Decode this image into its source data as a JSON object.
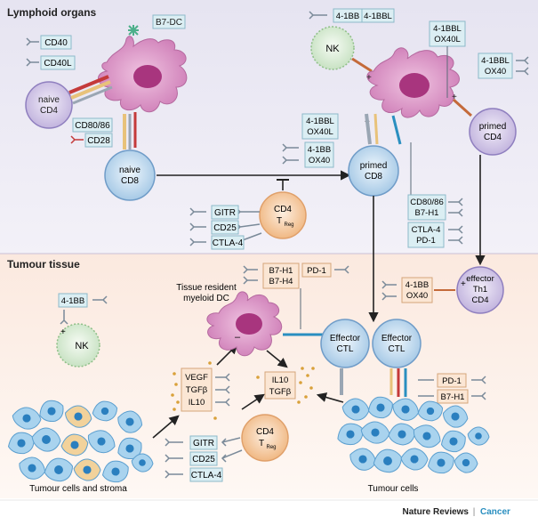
{
  "sections": {
    "lymphoid": "Lymphoid organs",
    "tumour": "Tumour tissue"
  },
  "cells": {
    "naive_cd4": [
      "naive",
      "CD4"
    ],
    "naive_cd8": [
      "naive",
      "CD8"
    ],
    "primed_cd8": [
      "primed",
      "CD8"
    ],
    "primed_cd4": [
      "primed",
      "CD4"
    ],
    "nk": "NK",
    "treg": [
      "CD4",
      "T",
      "Reg"
    ],
    "effector_th1": [
      "effector",
      "Th1",
      "CD4"
    ],
    "effector_ctl": [
      "Effector",
      "CTL"
    ]
  },
  "labels": {
    "b7dc": "B7-DC",
    "cd40": "CD40",
    "cd40l": "CD40L",
    "cd8086": "CD80/86",
    "cd28": "CD28",
    "ib4": "4-1BB",
    "ib4l": "4-1BBL",
    "ib4l_ox40l": [
      "4-1BBL",
      "OX40L"
    ],
    "ib4l_ox40": [
      "4-1BBL",
      "OX40"
    ],
    "ib4_ox40": [
      "4-1BB",
      "OX40"
    ],
    "cd8086_b7h1": [
      "CD80/86",
      "B7-H1"
    ],
    "ctla4_pd1": [
      "CTLA-4",
      "PD-1"
    ],
    "gitr": "GITR",
    "cd25": "CD25",
    "ctla4": "CTLA-4",
    "b7h1_b7h4": [
      "B7-H1",
      "B7-H4"
    ],
    "pd1": "PD-1",
    "b7h1": "B7-H1",
    "vegf_tgfb_il10": [
      "VEGF",
      "TGFβ",
      "IL10"
    ],
    "il10_tgfb": [
      "IL10",
      "TGFβ"
    ],
    "tissue_dc": [
      "Tissue resident",
      "myeloid DC"
    ],
    "tumour_stroma": "Tumour cells and stroma",
    "tumour_cells": "Tumour cells",
    "plus": "+",
    "minus": "–"
  },
  "footer": {
    "journal": "Nature Reviews",
    "sep": "|",
    "section": "Cancer"
  },
  "colors": {
    "top_bg": "#ebe9f3",
    "bottom_bg": "#fbeee6",
    "dc": "#d98fc4",
    "dc_nucleus": "#a8357e",
    "tcell": "#cfe3f3",
    "tcell_edge": "#6f9cc8",
    "cd4cell": "#dcd3ec",
    "treg": "#f7d5b3",
    "nk": "#e6f3e2",
    "box": "#dbeef3",
    "box_edge": "#8cb9c9",
    "tumour": "#a9d3ee",
    "stroma": "#f2d29b",
    "accent": "#2a8fc0"
  }
}
